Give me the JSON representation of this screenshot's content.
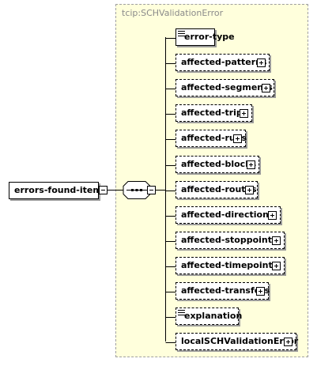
{
  "type_name": "tcip:SCHValidationError",
  "root": {
    "label": "errors-found-item"
  },
  "compositor": {
    "kind": "sequence"
  },
  "children": [
    {
      "label": "error-type",
      "optional": false,
      "expandable": false,
      "doc": true
    },
    {
      "label": "affected-patterns",
      "optional": true,
      "expandable": true,
      "doc": false
    },
    {
      "label": "affected-segments",
      "optional": true,
      "expandable": true,
      "doc": false
    },
    {
      "label": "affected-trips",
      "optional": true,
      "expandable": true,
      "doc": false
    },
    {
      "label": "affected-runs",
      "optional": true,
      "expandable": true,
      "doc": false
    },
    {
      "label": "affected-blocks",
      "optional": true,
      "expandable": true,
      "doc": false
    },
    {
      "label": "affected-routes",
      "optional": true,
      "expandable": true,
      "doc": false
    },
    {
      "label": "affected-directions",
      "optional": true,
      "expandable": true,
      "doc": false
    },
    {
      "label": "affected-stoppoints",
      "optional": true,
      "expandable": true,
      "doc": false
    },
    {
      "label": "affected-timepoints",
      "optional": true,
      "expandable": true,
      "doc": false
    },
    {
      "label": "affected-transfers",
      "optional": true,
      "expandable": true,
      "doc": false
    },
    {
      "label": "explanation",
      "optional": true,
      "expandable": false,
      "doc": true
    },
    {
      "label": "localSCHValidationError",
      "optional": true,
      "expandable": true,
      "doc": false
    }
  ]
}
